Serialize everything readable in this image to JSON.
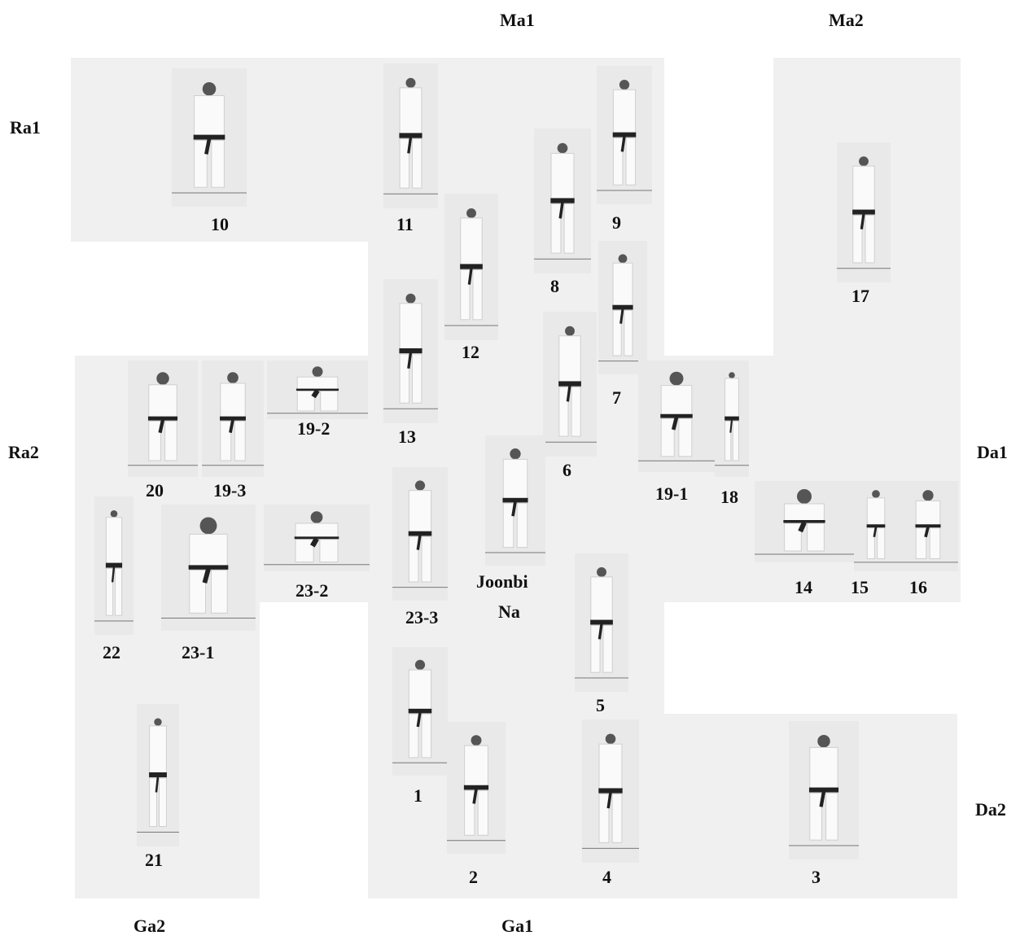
{
  "directions": {
    "ma1": "Ma1",
    "ma2": "Ma2",
    "ra1": "Ra1",
    "ra2": "Ra2",
    "da1": "Da1",
    "da2": "Da2",
    "ga1": "Ga1",
    "ga2": "Ga2"
  },
  "start": {
    "line1": "Joonbi",
    "line2": "Na"
  },
  "steps": {
    "s1": "1",
    "s2": "2",
    "s3": "3",
    "s4": "4",
    "s5": "5",
    "s6": "6",
    "s7": "7",
    "s8": "8",
    "s9": "9",
    "s10": "10",
    "s11": "11",
    "s12": "12",
    "s13": "13",
    "s14": "14",
    "s15": "15",
    "s16": "16",
    "s17": "17",
    "s18": "18",
    "s19_1": "19-1",
    "s19_2": "19-2",
    "s19_3": "19-3",
    "s20": "20",
    "s21": "21",
    "s22": "22",
    "s23_1": "23-1",
    "s23_2": "23-2",
    "s23_3": "23-3"
  }
}
